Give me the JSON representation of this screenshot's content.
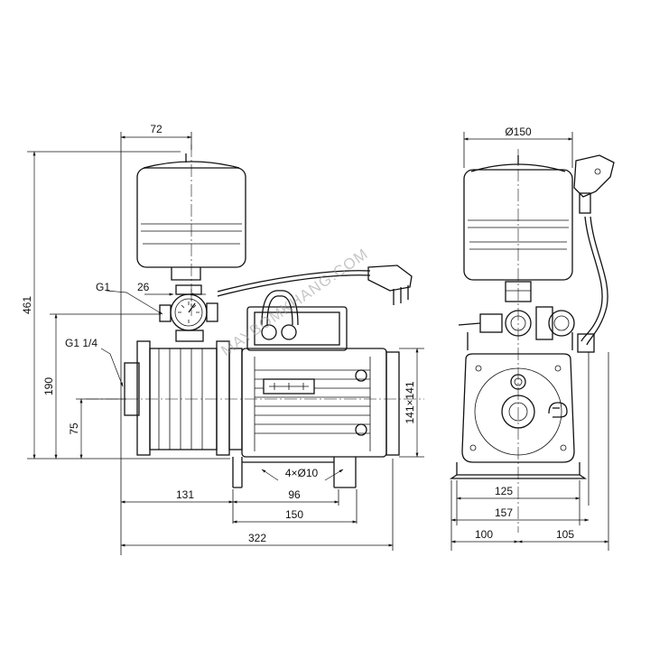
{
  "watermark": "MAYBOMKHANG.COM",
  "side_view": {
    "dims": {
      "tank_offset": "72",
      "overall_height": "461",
      "outlet_thread": "G1",
      "outlet_offset": "26",
      "inlet_thread": "G1 1/4",
      "inlet_height": "190",
      "inlet_center_height": "75",
      "motor_section": "141×141",
      "foot_holes": "4×Ø10",
      "foot_inner": "96",
      "foot_outer": "150",
      "inlet_to_foot": "131",
      "overall_length": "322"
    }
  },
  "front_view": {
    "dims": {
      "tank_diameter": "Ø150",
      "foot_inner": "125",
      "foot_outer": "157",
      "left_offset": "100",
      "right_offset": "105"
    }
  }
}
